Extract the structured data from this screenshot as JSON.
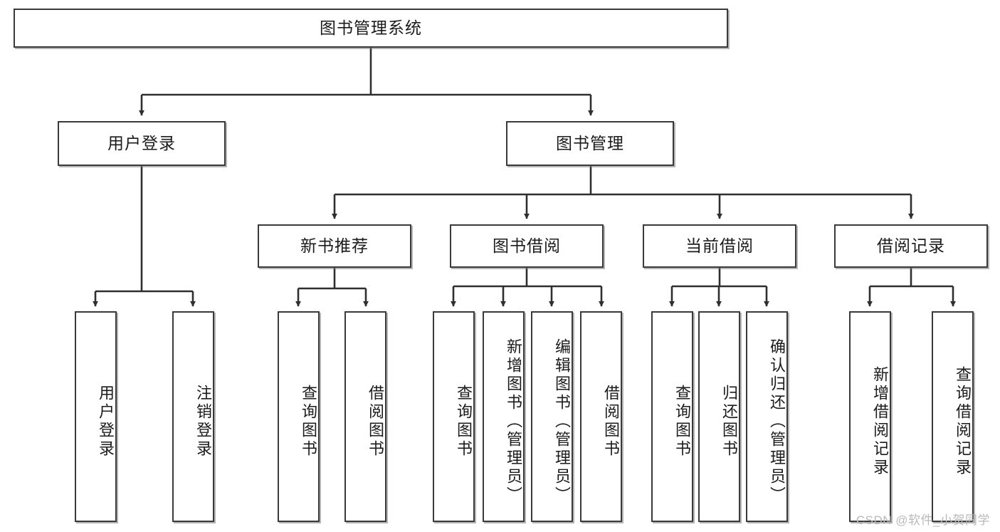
{
  "diagram": {
    "title": "图书管理系统",
    "type": "tree-hierarchy-diagram",
    "colors": {
      "box_border": "#3a3a3a",
      "box_fill": "#ffffff",
      "edge": "#2f2f2f",
      "text": "#1b1b1b",
      "watermark": "#b9b9b9"
    },
    "root": {
      "label": "图书管理系统"
    },
    "level2": [
      {
        "label": "用户登录"
      },
      {
        "label": "图书管理"
      }
    ],
    "level3": [
      {
        "label": "新书推荐"
      },
      {
        "label": "图书借阅"
      },
      {
        "label": "当前借阅"
      },
      {
        "label": "借阅记录"
      }
    ],
    "leaves": {
      "user_login": [
        {
          "label": "用户登录"
        },
        {
          "label": "注销登录"
        }
      ],
      "new_book_recommend": [
        {
          "label": "查询图书"
        },
        {
          "label": "借阅图书"
        }
      ],
      "book_borrow": [
        {
          "label": "查询图书"
        },
        {
          "label": "新增图书（管理员）"
        },
        {
          "label": "编辑图书（管理员）"
        },
        {
          "label": "借阅图书"
        }
      ],
      "current_borrow": [
        {
          "label": "查询图书"
        },
        {
          "label": "归还图书"
        },
        {
          "label": "确认归还（管理员）"
        }
      ],
      "borrow_record": [
        {
          "label": "新增借阅记录"
        },
        {
          "label": "查询借阅记录"
        }
      ]
    },
    "watermark": "CSDN @软件_小贺同学"
  }
}
